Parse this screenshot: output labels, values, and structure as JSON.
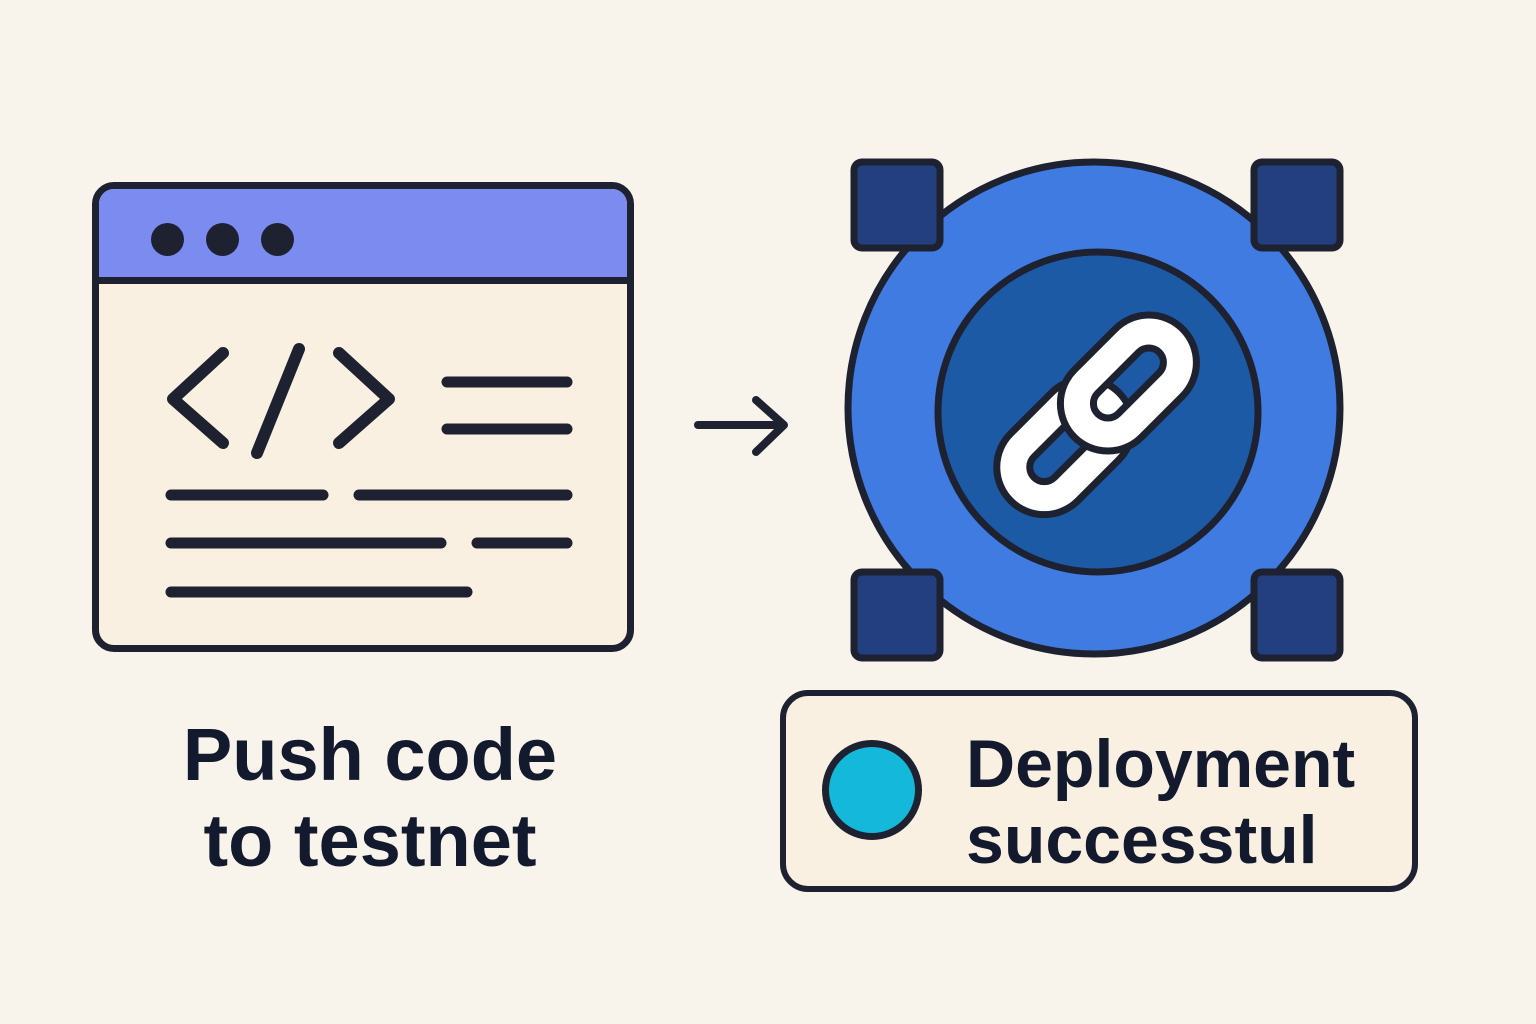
{
  "step_one": {
    "caption_line_1": "Push code",
    "caption_line_2": "to testnet",
    "icon": "code-editor-window-icon"
  },
  "step_two": {
    "icon": "blockchain-link-icon"
  },
  "status": {
    "line_1": "Deployment",
    "line_2": "successtul",
    "indicator_color": "#14b8db"
  },
  "colors": {
    "background": "#f8f4ec",
    "outline": "#1e2130",
    "title_bar": "#7b8bf0",
    "window_body": "#faf0e2",
    "node_outer": "#3f7be0",
    "node_inner": "#1d5aa6",
    "node_corner": "#243f80",
    "link": "#ffffff"
  }
}
